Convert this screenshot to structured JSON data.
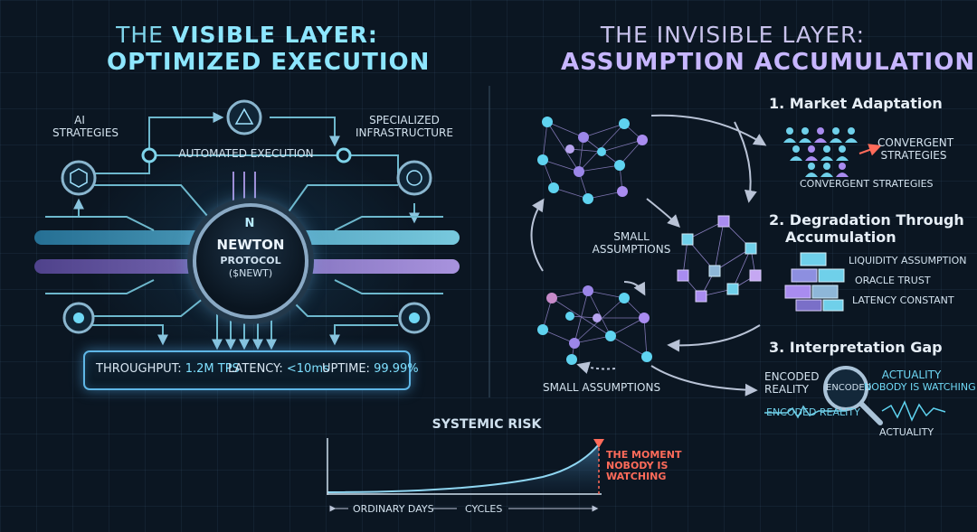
{
  "left_title": {
    "line1_prefix": "THE ",
    "line1_highlight": "VISIBLE LAYER:",
    "line2": "OPTIMIZED EXECUTION"
  },
  "right_title": {
    "line1": "THE INVISIBLE LAYER:",
    "line2": "ASSUMPTION ACCUMULATION"
  },
  "left_labels": {
    "ai_strategies_1": "AI",
    "ai_strategies_2": "STRATEGIES",
    "automated_execution": "AUTOMATED EXECUTION",
    "specialized_1": "SPECIALIZED",
    "specialized_2": "INFRASTRUCTURE"
  },
  "hub": {
    "name1": "NEWTON",
    "name2": "PROTOCOL",
    "name3": "($NEWT)",
    "logo": "N"
  },
  "metrics": {
    "throughput_label": "THROUGHPUT: ",
    "throughput_value": "1.2M TPS",
    "latency_label": "LATENCY: ",
    "latency_value": "<10ms",
    "uptime_label": "UPTIME: ",
    "uptime_value": "99.99%"
  },
  "network_labels": {
    "small_assumptions_top_1": "SMALL",
    "small_assumptions_top_2": "ASSUMPTIONS",
    "small_assumptions_bottom": "SMALL ASSUMPTIONS"
  },
  "sections": {
    "market": {
      "title": "1. Market Adaptation",
      "convergent_1": "CONVERGENT",
      "convergent_2": "STRATEGIES",
      "caption": "CONVERGENT STRATEGIES"
    },
    "degradation": {
      "title_1": "2. Degradation Through",
      "title_2": "Accumulation",
      "items": [
        "LIQUIDITY ASSUMPTION",
        "ORACLE TRUST",
        "LATENCY CONSTANT"
      ]
    },
    "gap": {
      "title": "3. Interpretation Gap",
      "encoded_1": "ENCODED",
      "encoded_2": "REALITY",
      "lens": "ENCODED",
      "actuality_1": "ACTUALITY",
      "actuality_2": "NOBODY IS WATCHING",
      "encoded_reality": "ENCODED REALITY",
      "actuality_bottom": "ACTUALITY"
    }
  },
  "risk": {
    "title": "SYSTEMIC RISK",
    "moment_1": "THE MOMENT",
    "moment_2": "NOBODY IS",
    "moment_3": "WATCHING",
    "axis_1": "ORDINARY DAYS",
    "axis_2": "CYCLES"
  },
  "colors": {
    "cyan": "#5fd3f0",
    "violet": "#a98cf0",
    "red": "#ff6b5a",
    "background": "#0b1622"
  }
}
